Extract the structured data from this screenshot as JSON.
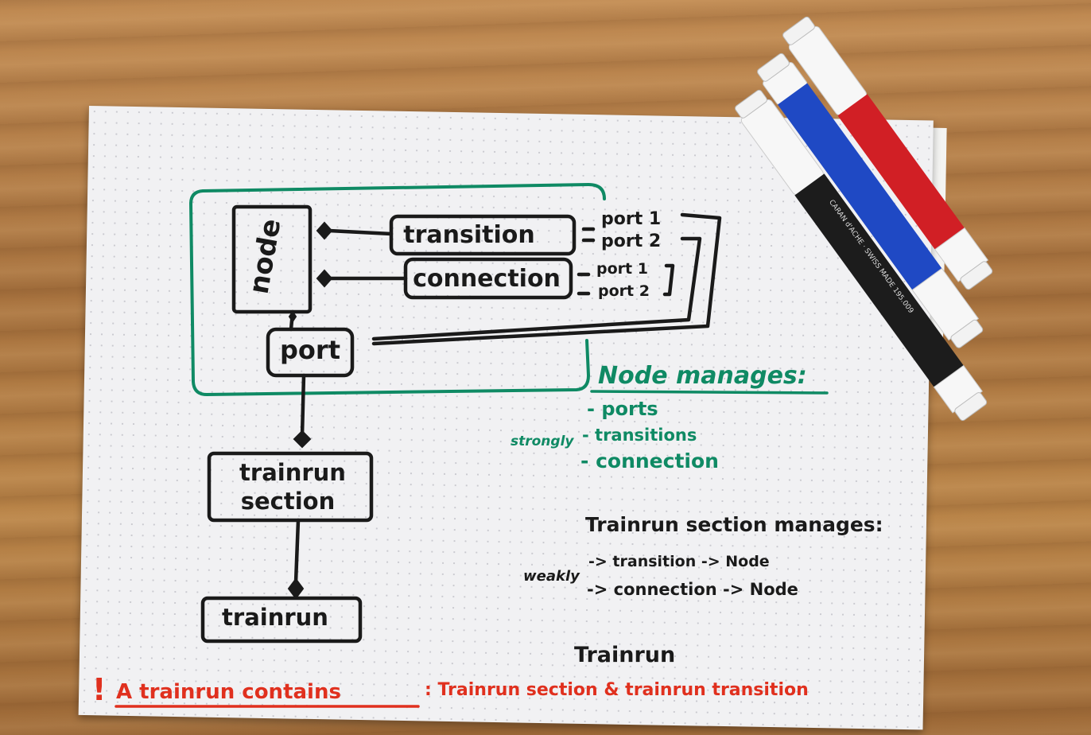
{
  "diagram": {
    "boxes": {
      "node": "node",
      "transition": "transition",
      "connection": "connection",
      "port": "port",
      "trainrun_section_line1": "trainrun",
      "trainrun_section_line2": "section",
      "trainrun": "trainrun"
    },
    "port_labels": {
      "transition_port1": "port 1",
      "transition_port2": "port 2",
      "connection_port1": "port 1",
      "connection_port2": "port 2"
    },
    "node_manages": {
      "title": "Node manages:",
      "strong_label": "strongly",
      "items": [
        "- ports",
        "- transitions",
        "- connection"
      ]
    },
    "section_manages": {
      "title": "Trainrun section manages:",
      "weakly_label": "weakly",
      "items": [
        "-> transition -> Node",
        "-> connection -> Node"
      ]
    },
    "trainrun_label": "Trainrun",
    "footer": {
      "bang": "!",
      "underlined": "A trainrun contains",
      "rest": ": Trainrun section & trainrun transition"
    }
  },
  "colors": {
    "ink_black": "#1a1a1a",
    "ink_green": "#0f8a64",
    "ink_red": "#e0301e",
    "marker_blue": "#1f49c4",
    "marker_red": "#d11f25",
    "marker_black": "#1c1c1c"
  },
  "markers": {
    "brand_text": "CARAN d'ACHE · SWISS MADE 195.009"
  }
}
